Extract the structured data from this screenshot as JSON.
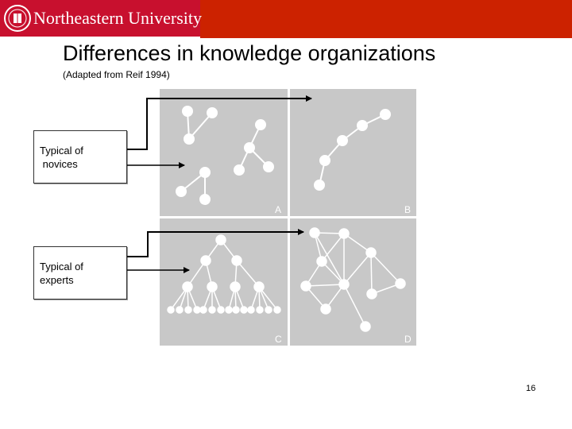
{
  "header": {
    "university": "Northeastern University",
    "banner_color": "#cc2200"
  },
  "slide": {
    "title": "Differences in knowledge organizations",
    "subtitle": "(Adapted from Reif 1994)",
    "page_number": "16"
  },
  "labels": {
    "novices_line1": "Typical of",
    "novices_line2": " novices",
    "experts_line1": "Typical of",
    "experts_line2": "experts"
  },
  "figure": {
    "panel_a_label": "A",
    "panel_b_label": "B",
    "panel_c_label": "C",
    "panel_d_label": "D",
    "panel_color": "#c8c8c8",
    "node_color": "#ffffff"
  }
}
